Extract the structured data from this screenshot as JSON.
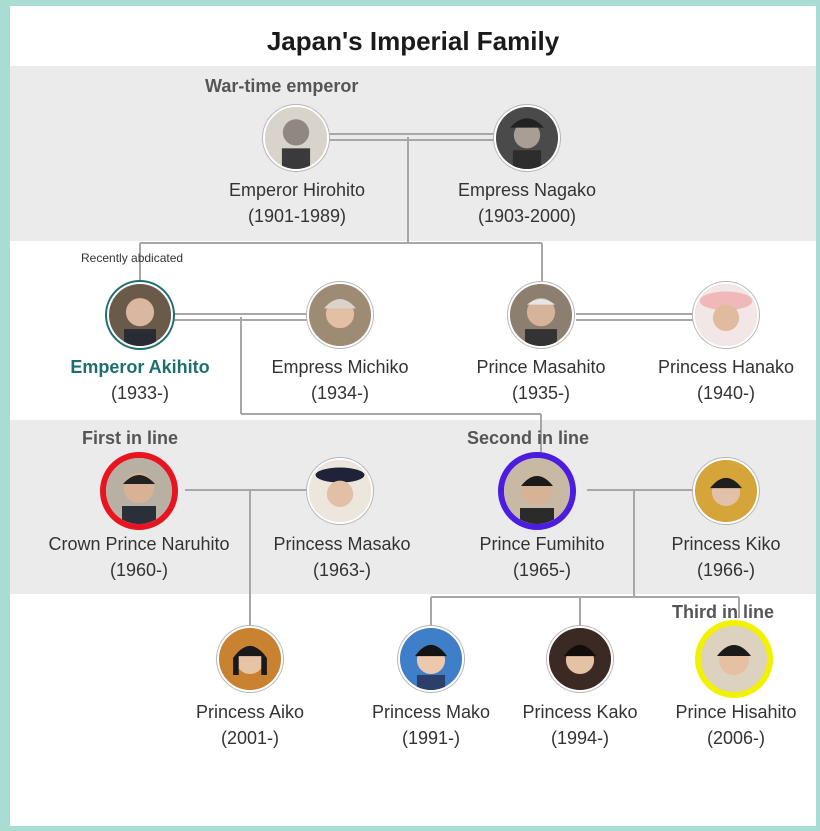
{
  "title": "Japan's Imperial Family",
  "notes": {
    "war_time": "War-time emperor",
    "recently_abdicated": "Recently abdicated",
    "first_in_line": "First in line",
    "second_in_line": "Second in line",
    "third_in_line": "Third in line"
  },
  "members": {
    "hirohito": {
      "name": "Emperor Hirohito",
      "years": "(1901-1989)"
    },
    "nagako": {
      "name": "Empress Nagako",
      "years": "(1903-2000)"
    },
    "akihito": {
      "name": "Emperor Akihito",
      "years": "(1933-)"
    },
    "michiko": {
      "name": "Empress Michiko",
      "years": "(1934-)"
    },
    "masahito": {
      "name": "Prince Masahito",
      "years": "(1935-)"
    },
    "hanako": {
      "name": "Princess Hanako",
      "years": "(1940-)"
    },
    "naruhito": {
      "name": "Crown Prince Naruhito",
      "years": "(1960-)"
    },
    "masako": {
      "name": "Princess Masako",
      "years": "(1963-)"
    },
    "fumihito": {
      "name": "Prince Fumihito",
      "years": "(1965-)"
    },
    "kiko": {
      "name": "Princess Kiko",
      "years": "(1966-)"
    },
    "aiko": {
      "name": "Princess Aiko",
      "years": "(2001-)"
    },
    "mako": {
      "name": "Princess Mako",
      "years": "(1991-)"
    },
    "kako": {
      "name": "Princess Kako",
      "years": "(1994-)"
    },
    "hisahito": {
      "name": "Prince Hisahito",
      "years": "(2006-)"
    }
  },
  "colors": {
    "accent": "#1d6f6f",
    "first_in_line_ring": "#e8141f",
    "second_in_line_ring": "#4b1de0",
    "third_in_line_ring": "#f2f200",
    "band": "#ebebeb",
    "connector": "#a7a7a7"
  }
}
